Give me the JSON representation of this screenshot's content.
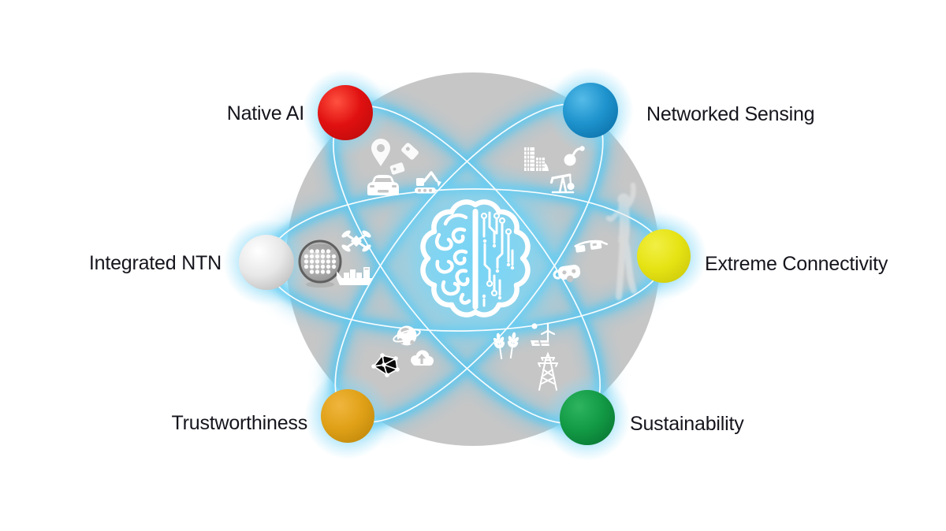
{
  "diagram": {
    "center_icon": "ai-brain-icon",
    "nodes": [
      {
        "id": "native-ai",
        "label": "Native AI",
        "color": "#e01010"
      },
      {
        "id": "networked-sensing",
        "label": "Networked Sensing",
        "color": "#1e93cd"
      },
      {
        "id": "integrated-ntn",
        "label": "Integrated NTN",
        "color": "#e8e8e8"
      },
      {
        "id": "extreme-connectivity",
        "label": "Extreme Connectivity",
        "color": "#e6e314"
      },
      {
        "id": "trustworthiness",
        "label": "Trustworthiness",
        "color": "#e0a117"
      },
      {
        "id": "sustainability",
        "label": "Sustainability",
        "color": "#129a45"
      }
    ],
    "icon_clusters": {
      "top_left": [
        "map-pins-icon",
        "car-icon",
        "excavator-icon"
      ],
      "top_right": [
        "buildings-icon",
        "sensor-ball-icon",
        "oil-pump-icon"
      ],
      "left": [
        "satellite-sphere-icon",
        "drone-icon",
        "cargo-ship-icon"
      ],
      "right": [
        "smart-glasses-icon",
        "vr-headset-icon",
        "dancer-silhouette"
      ],
      "bottom_left": [
        "globe-icon",
        "network-graph-icon",
        "cloud-upload-icon"
      ],
      "bottom_right": [
        "wheat-icon",
        "renewable-energy-icon",
        "power-tower-icon"
      ]
    },
    "colors": {
      "background": "#ffffff",
      "disc": "#c6c6c6",
      "glow": "#5ac7f0",
      "label_text": "#15151d",
      "icon": "#ffffff"
    }
  }
}
